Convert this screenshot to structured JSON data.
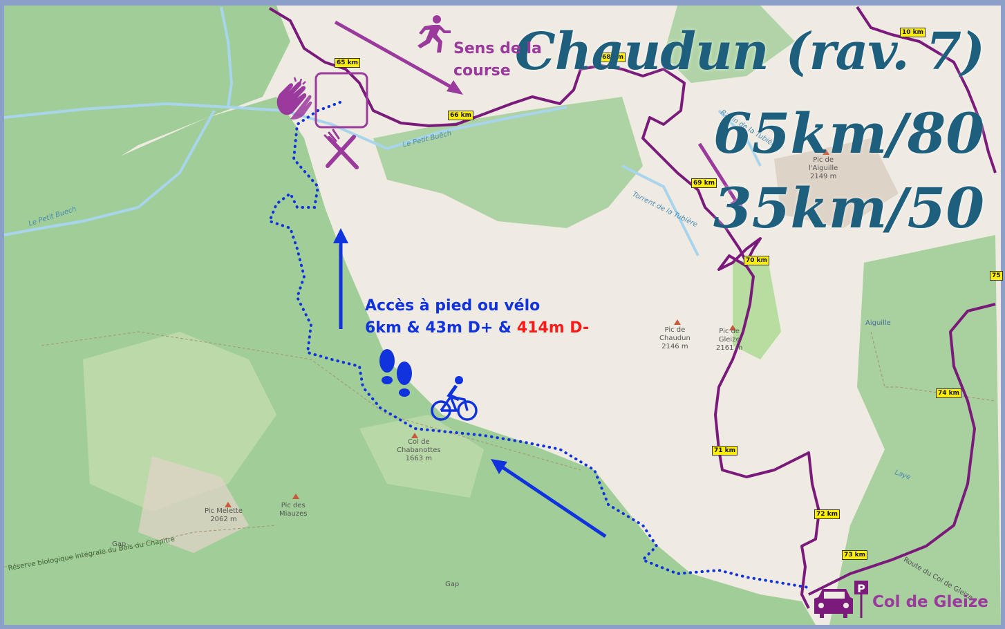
{
  "title": {
    "line1": "Chaudun (rav. 7)",
    "line2": "65km/80",
    "line3": "35km/50"
  },
  "race_direction": {
    "line1": "Sens de la",
    "line2": "course"
  },
  "access": {
    "line1": "Accès à pied ou vélo",
    "line2_prefix": "6km & 43m D+ & ",
    "line2_red": "414m D-"
  },
  "parking_label": "Col de Gleize",
  "km_markers": [
    "65 km",
    "66 km",
    "68 km",
    "69 km",
    "70 km",
    "71 km",
    "72 km",
    "73 km",
    "74 km",
    "75",
    "10 km"
  ],
  "peaks": [
    {
      "name": "Col de\nChabanottes\n1663 m"
    },
    {
      "name": "Pic Melette\n2062 m"
    },
    {
      "name": "Pic des\nMiauzes"
    },
    {
      "name": "Pic de\nChaudun\n2146 m"
    },
    {
      "name": "Pic de\nGleize\n2161 m"
    },
    {
      "name": "Pic de\nl'Aiguille\n2149 m"
    },
    {
      "name": "Aiguille"
    }
  ],
  "waters": [
    "Le Petit Buëch",
    "Le Petit Buech",
    "Torrent de la Tubière",
    "Ravin de la Tubière",
    "Laye"
  ],
  "places": [
    "Gap",
    "Réserve biologique intégrale du Bois du Chapitre",
    "Route du Col de Gleize"
  ],
  "colors": {
    "route": "#7a1a7a",
    "access_path": "#1133dd",
    "accent": "#9b3a9d",
    "title": "#1e5f7e",
    "forest": "#8fc98a",
    "terrain": "#efebe3"
  },
  "icons": [
    "runner-icon",
    "applause-icon",
    "aid-station-icon",
    "fork-knife-icon",
    "footprints-icon",
    "bicycle-icon",
    "car-icon",
    "parking-icon"
  ]
}
